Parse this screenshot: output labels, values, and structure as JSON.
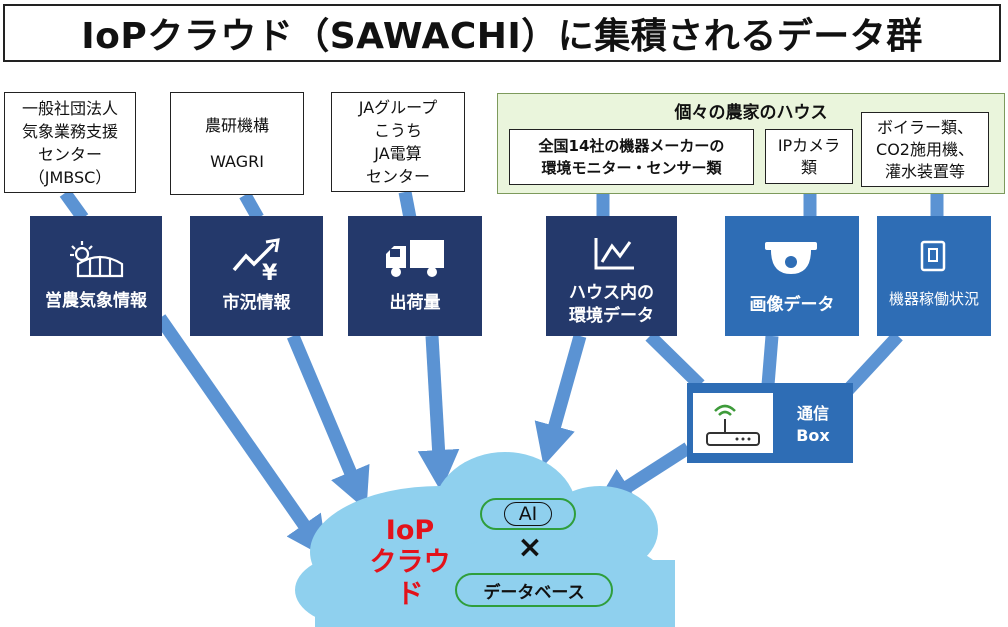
{
  "title": "IoPクラウド（SAWACHI）に集積されるデータ群",
  "sources": {
    "jmbsc": [
      "一般社団法人",
      "気象業務支援",
      "センター",
      "（JMBSC）"
    ],
    "naro": [
      "農研機構",
      "WAGRI"
    ],
    "ja": [
      "JAグループ",
      "こうち",
      "JA電算",
      "センター"
    ]
  },
  "farm_house": {
    "title": "個々の農家のハウス",
    "sensors": [
      "全国14社の機器メーカーの",
      "環境モニター・センサー類"
    ],
    "camera": [
      "IPカメラ",
      "類"
    ],
    "boiler": [
      "ボイラー類、",
      "CO2施用機、",
      "灌水装置等"
    ]
  },
  "cards": {
    "weather": "営農気象情報",
    "market": "市況情報",
    "shipment": "出荷量",
    "env": [
      "ハウス内の",
      "環境データ"
    ],
    "image": "画像データ",
    "machine": "機器稼働状況"
  },
  "comm_box": [
    "通信",
    "Box"
  ],
  "cloud": {
    "name": [
      "IoP",
      "クラウド"
    ],
    "ai": "AI",
    "times": "×",
    "db": "データベース"
  },
  "colors": {
    "dark_card": "#24396b",
    "mid_card": "#2e6db5",
    "arrow": "#5b93d3",
    "cloud": "#8fd0ee",
    "red": "#e3121b",
    "green_border": "#2f9e3c"
  }
}
